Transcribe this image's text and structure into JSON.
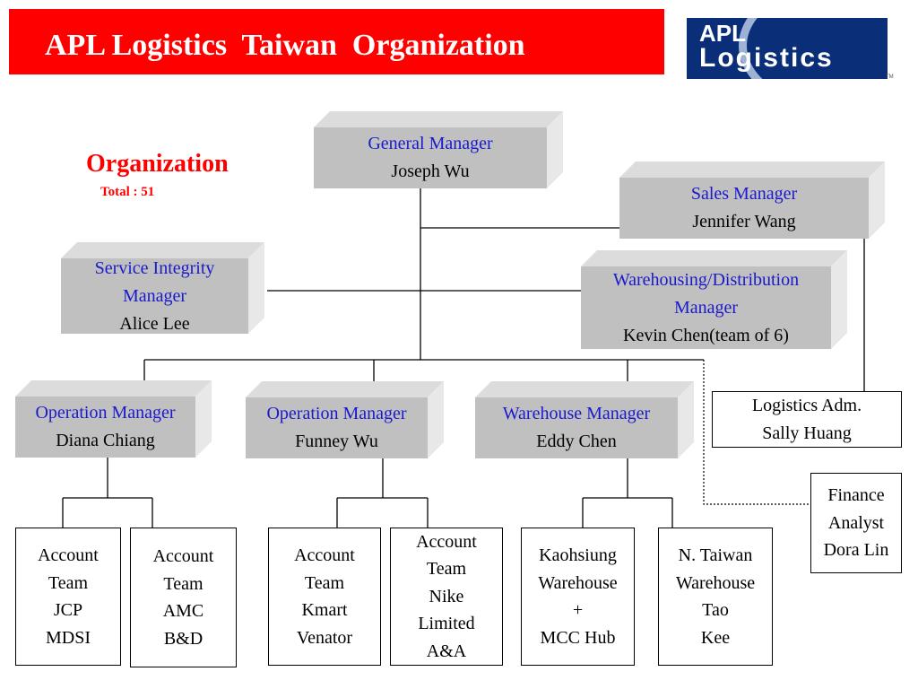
{
  "header": {
    "title": "APL Logistics  Taiwan  Organization"
  },
  "logo": {
    "line1": "APL",
    "line2": "Logistics",
    "trademark": "TM"
  },
  "organization": {
    "heading": "Organization",
    "total": "Total : 51"
  },
  "managers": {
    "general": {
      "role": "General Manager",
      "name": "Joseph Wu"
    },
    "sales": {
      "role": "Sales Manager",
      "name": "Jennifer Wang"
    },
    "service_integrity": {
      "role_line1": "Service Integrity",
      "role_line2": "Manager",
      "name": "Alice Lee"
    },
    "warehousing": {
      "role_line1": "Warehousing/Distribution",
      "role_line2": "Manager",
      "name": "Kevin Chen(team of 6)"
    },
    "operation1": {
      "role": "Operation Manager",
      "name": "Diana Chiang"
    },
    "operation2": {
      "role": "Operation Manager",
      "name": "Funney Wu"
    },
    "warehouse": {
      "role": "Warehouse Manager",
      "name": "Eddy Chen"
    }
  },
  "staff": {
    "logistics_adm": [
      "Logistics Adm.",
      "Sally Huang"
    ],
    "finance": [
      "Finance",
      "Analyst",
      "Dora Lin"
    ]
  },
  "teams": {
    "jcp": [
      "Account",
      "Team",
      "JCP",
      "MDSI"
    ],
    "amc": [
      "Account",
      "Team",
      "AMC",
      "B&D"
    ],
    "kmart": [
      "Account",
      "Team",
      "Kmart",
      "Venator"
    ],
    "nike": [
      "Account",
      "Team",
      "Nike",
      "Limited",
      "A&A"
    ],
    "kaohsiung": [
      "Kaohsiung",
      "Warehouse",
      "+",
      "MCC Hub"
    ],
    "ntaiwan": [
      "N. Taiwan",
      "Warehouse",
      "Tao",
      "Kee"
    ]
  }
}
